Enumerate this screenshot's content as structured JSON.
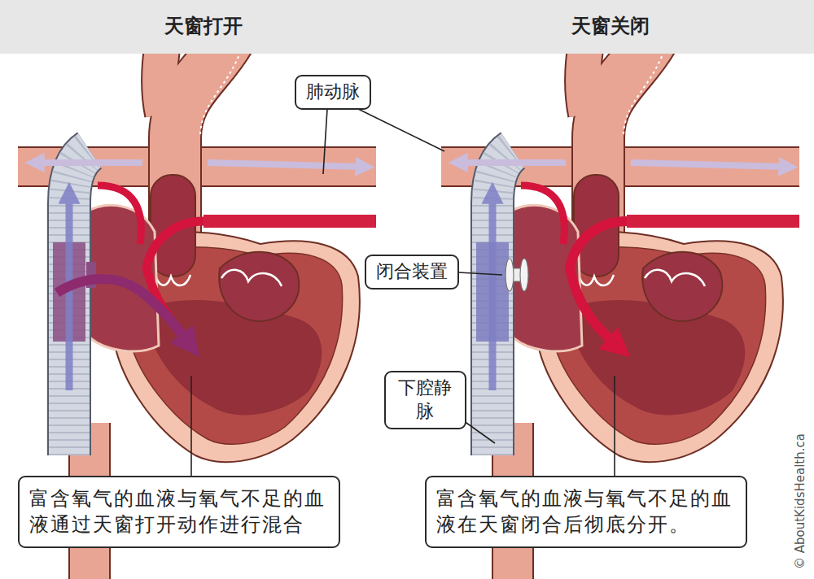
{
  "diagram": {
    "nodes": [
      {
        "text": [
          "天窗打开",
          "天窗关闭"
        ]
      },
      {
        "text": [
          "肺动脉"
        ]
      },
      {
        "text": [
          "闭合装置"
        ]
      },
      {
        "text": [
          "下腔静 脉"
        ]
      },
      {
        "text": [
          "富含氧气的血液与氧气不足的血 液通过天窗打开动作进行混合"
        ]
      },
      {
        "text": [
          "富含氧气的血液与氧气不足的血 液在天窗闭合后彻底分开。"
        ]
      }
    ],
    "labels": [
      "© AboutKidsHealth.ca"
    ]
  }
}
